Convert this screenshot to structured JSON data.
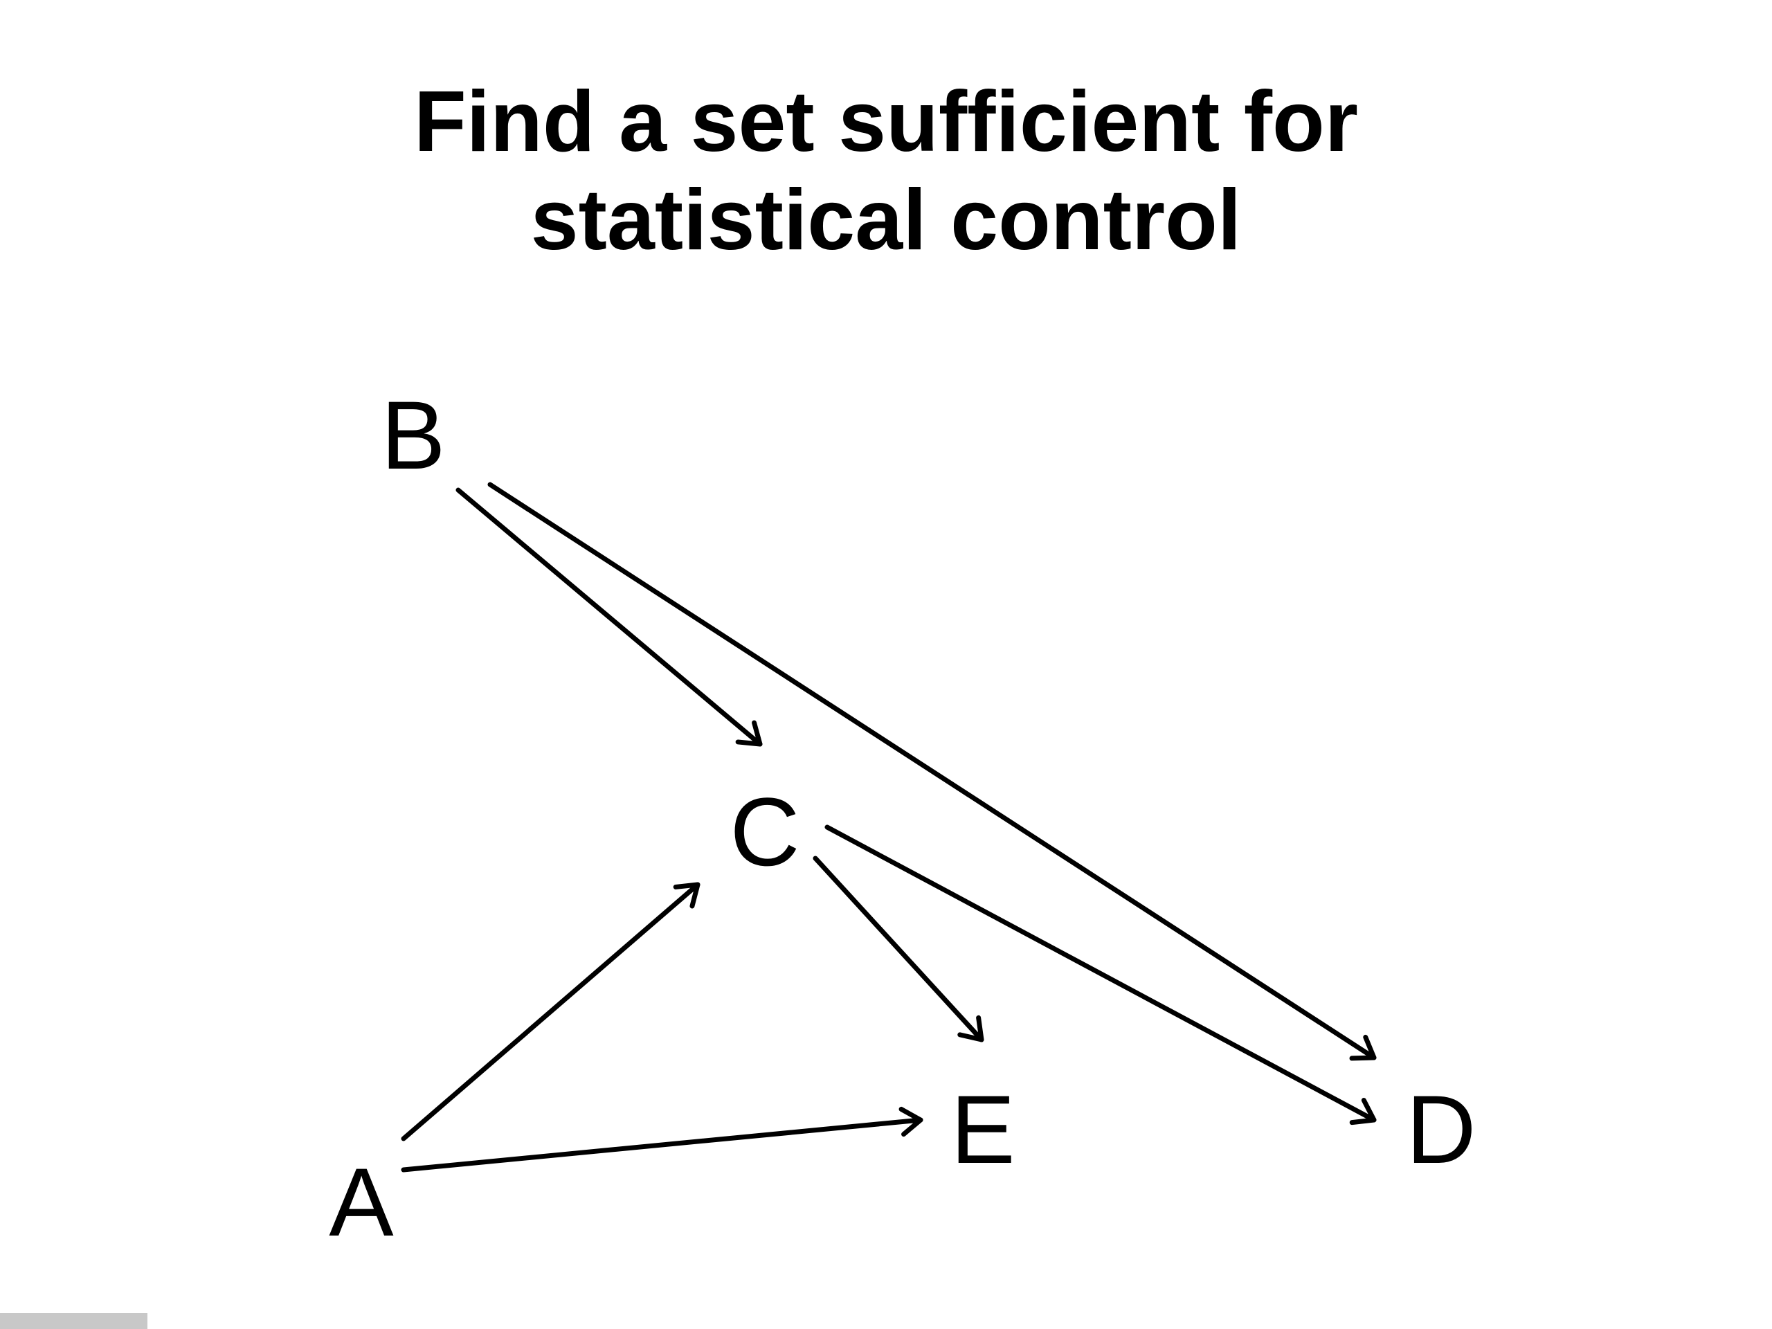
{
  "title": {
    "line1": "Find a set sufficient for",
    "line2": "statistical control"
  },
  "nodes": {
    "A": "A",
    "B": "B",
    "C": "C",
    "D": "D",
    "E": "E"
  },
  "edges": [
    {
      "from": "B",
      "to": "C"
    },
    {
      "from": "B",
      "to": "D"
    },
    {
      "from": "A",
      "to": "C"
    },
    {
      "from": "A",
      "to": "E"
    },
    {
      "from": "C",
      "to": "E"
    },
    {
      "from": "C",
      "to": "D"
    }
  ]
}
